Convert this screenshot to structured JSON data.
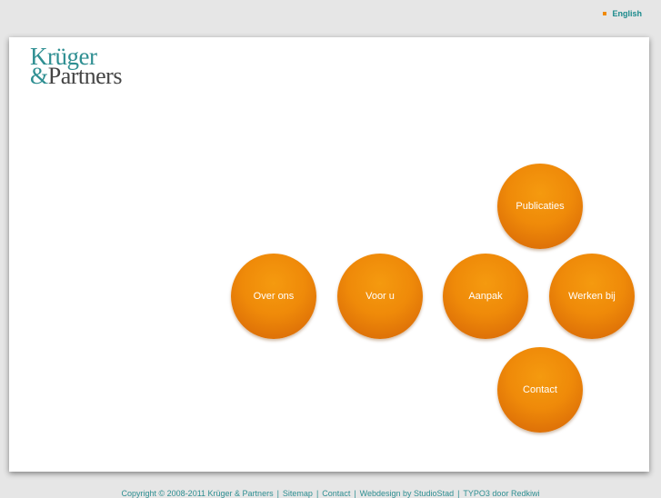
{
  "header": {
    "language_link": "English"
  },
  "logo": {
    "line1": "Krüger",
    "amp": "&",
    "line2": "Partners"
  },
  "nav": {
    "over_ons": "Over ons",
    "voor_u": "Voor u",
    "aanpak": "Aanpak",
    "publicaties": "Publicaties",
    "werken_bij": "Werken bij",
    "contact": "Contact"
  },
  "footer": {
    "copyright": "Copyright © 2008-2011 Krüger & Partners",
    "sep1": "|",
    "sitemap": "Sitemap",
    "sep2": "|",
    "contact": "Contact",
    "sep3": "|",
    "webdesign": "Webdesign by StudioStad",
    "sep4": "|",
    "typo3": "TYPO3 door Redkiwi"
  },
  "colors": {
    "accent_teal": "#2f8f92",
    "button_orange": "#ef8a09",
    "background": "#e6e6e6"
  }
}
